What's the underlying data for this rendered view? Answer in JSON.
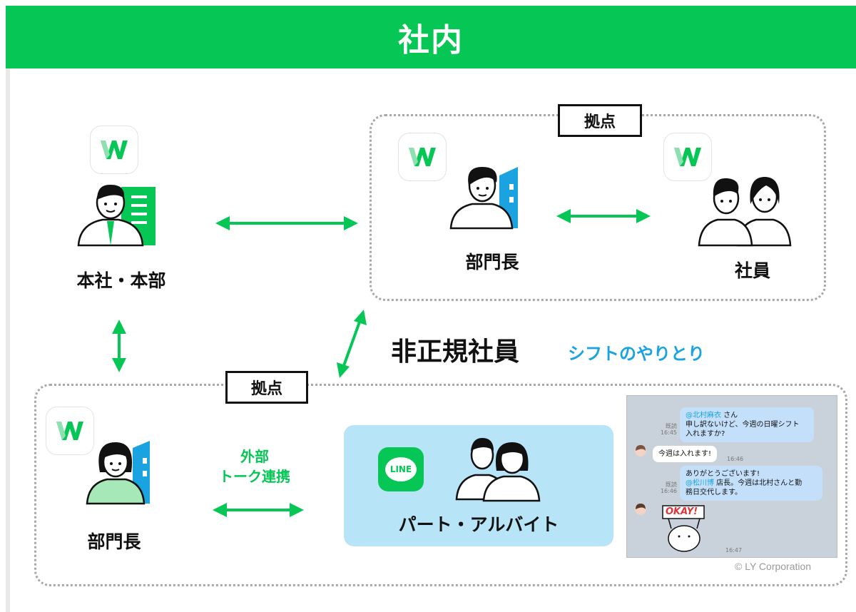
{
  "header": {
    "title": "社内"
  },
  "nodes": {
    "hq": {
      "label": "本社・本部"
    },
    "branch_top": {
      "tag": "拠点",
      "manager_label": "部門長",
      "staff_label": "社員"
    },
    "branch_bottom": {
      "tag": "拠点",
      "manager_label": "部門長"
    },
    "part_time": {
      "label": "パート・アルバイト",
      "app_badge": "LINE"
    }
  },
  "headings": {
    "non_regular": "非正規社員",
    "shift_exchange": "シフトのやりとり"
  },
  "link": {
    "external_talk_line1": "外部",
    "external_talk_line2": "トーク連携"
  },
  "chat": {
    "messages": [
      {
        "side": "me",
        "mention": "@北村麻衣",
        "text1": " さん",
        "text2": "申し訳ないけど、今週の日曜シフト",
        "text3": "入れますか?",
        "read": "既読",
        "time": "16:45"
      },
      {
        "side": "you",
        "text1": "今週は入れます!",
        "time": "16:46"
      },
      {
        "side": "me",
        "text1": "ありがとうございます!",
        "mention": "@松川博",
        "text2": " 店長。今週は北村さんと勤",
        "text3": "務日交代します。",
        "read": "既読",
        "time": "16:46"
      },
      {
        "side": "you",
        "sticker": "OKAY!",
        "time": "16:47"
      }
    ]
  },
  "copyright": "© LY Corporation",
  "colors": {
    "brand_green": "#06c755",
    "accent_blue": "#1aa3e0",
    "building_blue": "#1aa3e0",
    "hq_building_green": "#06c755"
  },
  "icons": [
    "line-works-app-icon",
    "line-app-icon",
    "person-icon",
    "building-icon",
    "double-arrow-icon"
  ]
}
